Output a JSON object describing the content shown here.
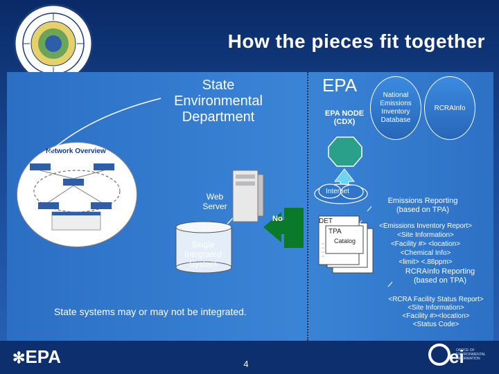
{
  "title": "How the pieces fit together",
  "state": {
    "title": "State Environmental Department",
    "network_overview": "Network Overview",
    "web_server": "Web Server",
    "node_label": "No",
    "system": "Single Integrated System",
    "note": "State systems may or may not be integrated."
  },
  "epa": {
    "title": "EPA",
    "node": "EPA NODE (CDX)",
    "internet": "Internet",
    "nei": "National Emissions Inventory Database",
    "rcrainfo": "RCRAInfo"
  },
  "docs": {
    "det": "DET",
    "tpa": "TPA",
    "catalog": "Catalog"
  },
  "emissions": {
    "label": "Emissions Reporting (based on TPA)",
    "code": [
      "<Emissions Inventory Report>",
      "<Site Information>",
      "<Facility #> <location>",
      "<Chemical Info>",
      "<limit> <.88ppm>"
    ]
  },
  "rcra": {
    "label": "RCRAInfo Reporting (based on TPA)",
    "code": [
      "<RCRA Facility Status Report>",
      "<Site Information>",
      "<Facility #><location>",
      "<Status Code>"
    ]
  },
  "footer": {
    "page": "4",
    "epa_logo": "EPA",
    "oei": "OFFICE OF ENVIRONMENTAL INFORMATION"
  },
  "colors": {
    "background": "#1a4a96",
    "panel": "#3a84d6",
    "node": "#2aa08a",
    "arrow": "#00a23a"
  }
}
